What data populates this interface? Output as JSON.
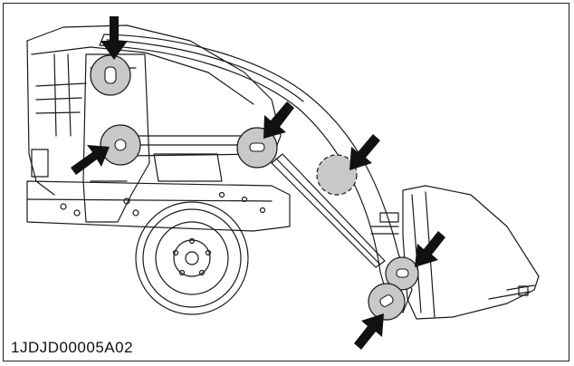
{
  "figure": {
    "caption": "1JDJD00005A02",
    "colors": {
      "line": "#1a1a1a",
      "highlight": "#c8c8c8",
      "arrow": "#111111",
      "background": "#ffffff"
    },
    "callouts": [
      {
        "name": "top-pivot",
        "style": "solid"
      },
      {
        "name": "mount-frame-pivot",
        "style": "solid"
      },
      {
        "name": "boom-cylinder-pivot",
        "style": "solid"
      },
      {
        "name": "boom-mid-point",
        "style": "dashed"
      },
      {
        "name": "bucket-cylinder-pivot",
        "style": "solid"
      },
      {
        "name": "bucket-hinge-pivot",
        "style": "solid"
      }
    ]
  }
}
